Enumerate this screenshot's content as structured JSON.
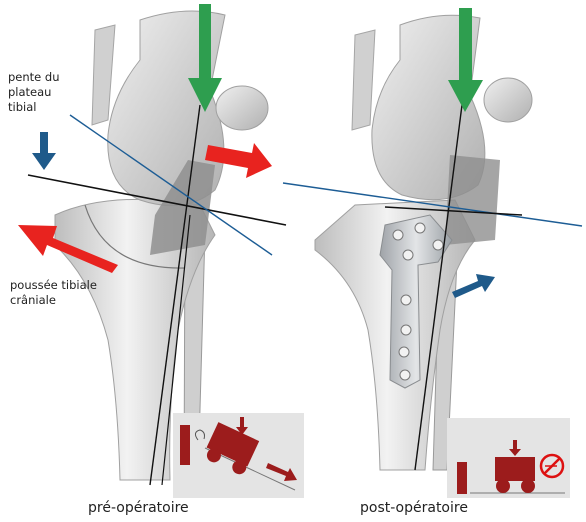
{
  "labels": {
    "slope_line1": "pente du",
    "slope_line2": "plateau",
    "slope_line3": "tibial",
    "thrust_line1": "poussée tibiale",
    "thrust_line2": "crâniale",
    "pre": "pré-opératoire",
    "post": "post-opératoire"
  },
  "colors": {
    "force_arrow": "#2e9e4f",
    "cranial_arrow": "#e8231f",
    "blue_arrow": "#1f5a8a",
    "slope_line": "#1d5d95",
    "axis_line": "#111111",
    "cart": "#9c1c1c",
    "inset_bg": "#e4e4e4",
    "bone_light": "#ececec",
    "bone_shadow": "#a8a8a8",
    "implant": "#b9bcc0"
  },
  "icons": {
    "weight_arrow": "arrow-down-icon",
    "no_motion": "prohibited-sign-icon"
  }
}
